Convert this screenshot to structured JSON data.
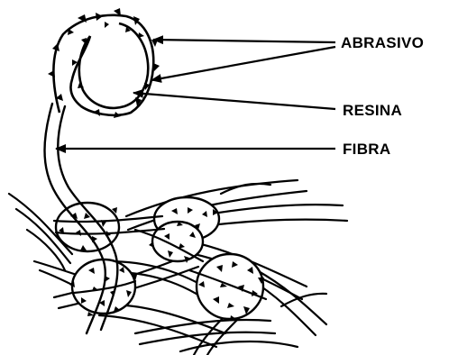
{
  "labels": {
    "abrasivo": "ABRASIVO",
    "resina": "RESINA",
    "fibra": "FIBRA"
  },
  "colors": {
    "ink": "#000000",
    "paper": "#ffffff"
  }
}
